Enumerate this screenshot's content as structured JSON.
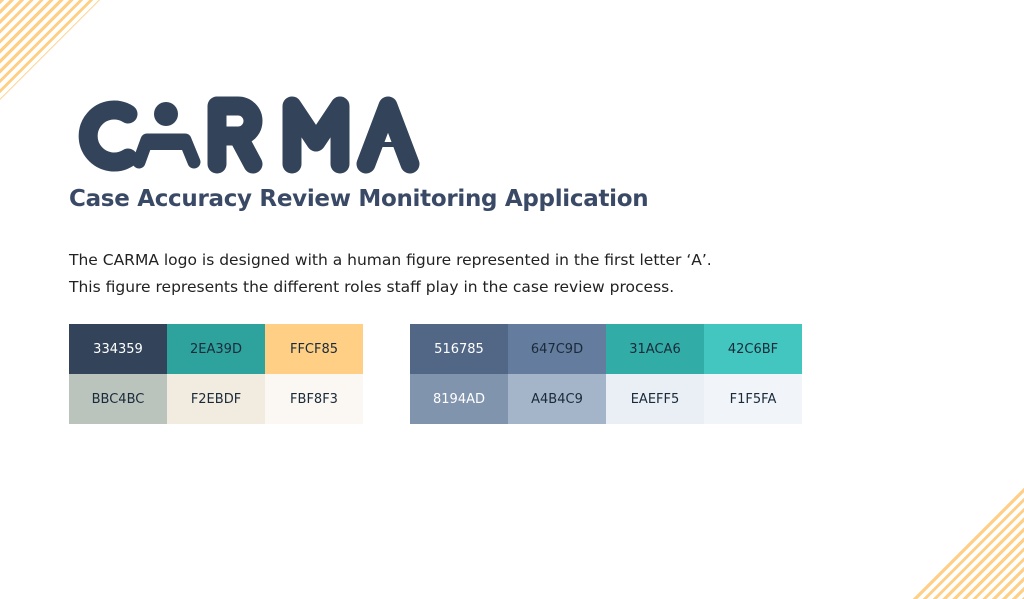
{
  "logo_text": "CARMA",
  "subtitle": "Case Accuracy Review Monitoring Application",
  "description": [
    "The CARMA logo is designed with a human figure represented in the first letter ‘A’.",
    "This figure represents the different roles staff play in the case review process."
  ],
  "palette_primary": [
    {
      "hex": "334359",
      "color": "#334359",
      "text": "#ffffff"
    },
    {
      "hex": "2EA39D",
      "color": "#2EA39D",
      "text": "#1a2a3a"
    },
    {
      "hex": "FFCF85",
      "color": "#FFCF85",
      "text": "#1a2a3a"
    },
    {
      "hex": "BBC4BC",
      "color": "#BBC4BC",
      "text": "#1a2a3a"
    },
    {
      "hex": "F2EBDF",
      "color": "#F2EBDF",
      "text": "#1a2a3a"
    },
    {
      "hex": "FBF8F3",
      "color": "#FBF8F3",
      "text": "#1a2a3a"
    }
  ],
  "palette_secondary": [
    {
      "hex": "516785",
      "color": "#516785",
      "text": "#ffffff"
    },
    {
      "hex": "647C9D",
      "color": "#647C9D",
      "text": "#1a2a3a"
    },
    {
      "hex": "31ACA6",
      "color": "#31ACA6",
      "text": "#1a2a3a"
    },
    {
      "hex": "42C6BF",
      "color": "#42C6BF",
      "text": "#1a2a3a"
    },
    {
      "hex": "8194AD",
      "color": "#8194AD",
      "text": "#ffffff"
    },
    {
      "hex": "A4B4C9",
      "color": "#A4B4C9",
      "text": "#1a2a3a"
    },
    {
      "hex": "EAEFF5",
      "color": "#EAEFF5",
      "text": "#1a2a3a"
    },
    {
      "hex": "F1F5FA",
      "color": "#F1F5FA",
      "text": "#1a2a3a"
    }
  ],
  "colors": {
    "brand": "#334359",
    "accent": "#FFCF85"
  }
}
